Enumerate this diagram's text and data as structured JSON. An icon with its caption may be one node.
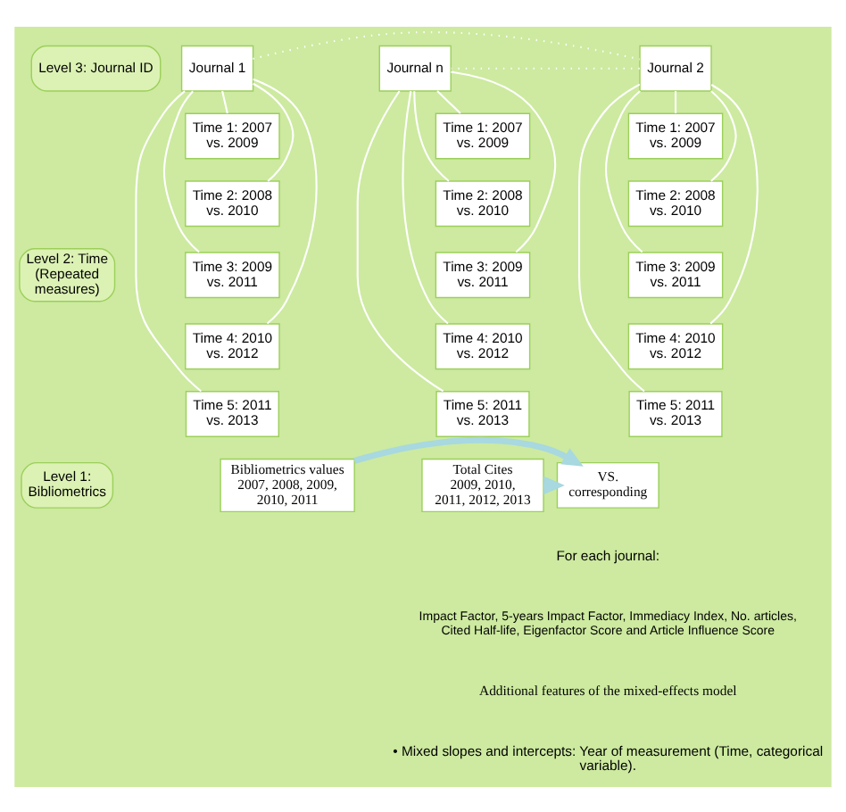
{
  "diagram": {
    "nodes": [
      {
        "text": [
          "Level 3: Journal ID"
        ]
      },
      {
        "text": [
          "Journal 1"
        ]
      },
      {
        "text": [
          "Journal 2"
        ]
      },
      {
        "text": [
          "Journal n"
        ]
      },
      {
        "text": [
          "Time 1: 2007 vs. 2009"
        ]
      },
      {
        "text": [
          "Time 2: 2008 vs. 2010"
        ]
      },
      {
        "text": [
          "Time 3: 2009 vs. 2011"
        ]
      },
      {
        "text": [
          "Time 4: 2010 vs. 2012"
        ]
      },
      {
        "text": [
          "Time 5: 2011 vs. 2013"
        ]
      },
      {
        "text": [
          "Time 1: 2007 vs. 2009"
        ]
      },
      {
        "text": [
          "Time 2: 2008 vs. 2010"
        ]
      },
      {
        "text": [
          "Time 3: 2009 vs. 2011"
        ]
      },
      {
        "text": [
          "Time 4: 2010 vs. 2012"
        ]
      },
      {
        "text": [
          "Time 5: 2011 vs. 2013"
        ]
      },
      {
        "text": [
          "Time 1: 2007 vs. 2009"
        ]
      },
      {
        "text": [
          "Time 2: 2008 vs. 2010"
        ]
      },
      {
        "text": [
          "Time 3: 2009 vs. 2011"
        ]
      },
      {
        "text": [
          "Time 4: 2010 vs. 2012"
        ]
      },
      {
        "text": [
          "Time 5: 2011 vs. 2013"
        ]
      },
      {
        "text": [
          "Level 2: Time",
          "(Repeated measures)"
        ]
      },
      {
        "text": [
          "Level 1: Bibliometrics"
        ]
      },
      {
        "text": [
          "Bibliometrics values 2007, 2008, 2009, 2010, 2011"
        ]
      },
      {
        "text": [
          "VS. corresponding"
        ]
      },
      {
        "text": [
          "Total Cites 2009, 2010, 2011, 2012, 2013"
        ]
      }
    ],
    "edges": [
      {
        "from": 1,
        "to": 4,
        "arrow": "none"
      },
      {
        "from": 1,
        "to": 5,
        "arrow": "none"
      },
      {
        "from": 1,
        "to": 6,
        "arrow": "none"
      },
      {
        "from": 1,
        "to": 7,
        "arrow": "none"
      },
      {
        "from": 1,
        "to": 8,
        "arrow": "none"
      },
      {
        "from": 2,
        "to": 9,
        "arrow": "none"
      },
      {
        "from": 2,
        "to": 10,
        "arrow": "none"
      },
      {
        "from": 2,
        "to": 11,
        "arrow": "none"
      },
      {
        "from": 2,
        "to": 12,
        "arrow": "none"
      },
      {
        "from": 2,
        "to": 13,
        "arrow": "none"
      },
      {
        "from": 3,
        "to": 14,
        "arrow": "none"
      },
      {
        "from": 3,
        "to": 15,
        "arrow": "none"
      },
      {
        "from": 3,
        "to": 16,
        "arrow": "none"
      },
      {
        "from": 3,
        "to": 17,
        "arrow": "none"
      },
      {
        "from": 3,
        "to": 18,
        "arrow": "none"
      },
      {
        "from": 1,
        "to": 2,
        "arrow": "none",
        "style": "dashed",
        "color": "#ffffff"
      },
      {
        "from": 2,
        "to": 3,
        "arrow": "none",
        "style": "dashed",
        "color": "#ffffff"
      },
      {
        "from": 21,
        "to": 22,
        "arrow": "to",
        "style": "thick",
        "color": "#a8d8e0"
      },
      {
        "from": 23,
        "to": 22,
        "arrow": "to",
        "style": "thick",
        "color": "#a8d8e0"
      }
    ],
    "labels": [
      "For each journal:",
      "Impact Factor, 5-years Impact Factor, Immediacy Index, No. articles, Cited Half-life, Eigenfactor Score and Article Influence Score",
      "Additional features of the mixed-effects model",
      "• Mixed slopes and intercepts: Year of measurement (Time, categorical variable)."
    ]
  }
}
